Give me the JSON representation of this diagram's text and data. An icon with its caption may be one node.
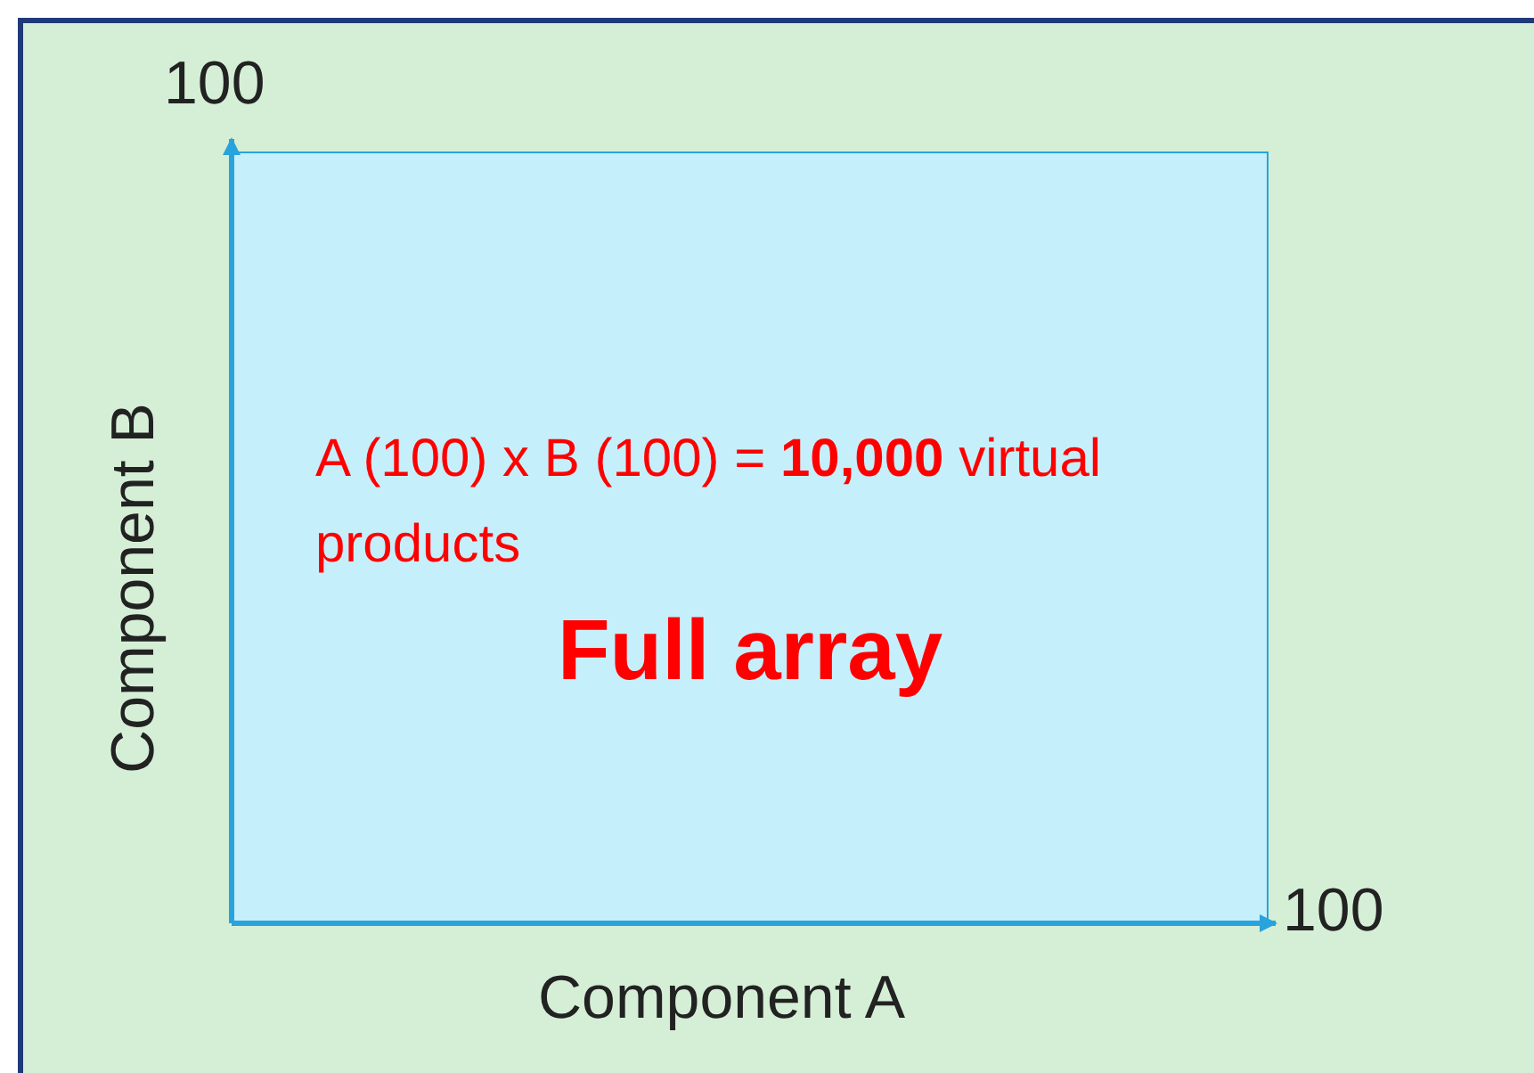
{
  "diagram": {
    "nodes": [
      {
        "text": [
          "A (100) x B (100) = **10,000** virtual products",
          "Full array"
        ]
      }
    ],
    "labels": [
      "100",
      "Component B",
      "100",
      "Component A"
    ]
  }
}
